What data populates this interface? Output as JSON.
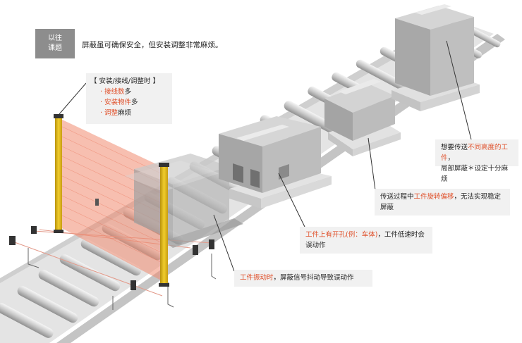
{
  "badge": {
    "line1": "以往",
    "line2": "课题"
  },
  "intro_text": "屏蔽虽可确保安全，但安装调整非常麻烦。",
  "callouts": {
    "install": {
      "title": "【 安装/接线/调整时 】",
      "items": [
        {
          "red": "接线数",
          "rest": "多"
        },
        {
          "red": "安装物件",
          "rest": "多"
        },
        {
          "red": "调整",
          "rest": "麻烦"
        }
      ]
    },
    "height": {
      "pre": "想要传送",
      "red": "不同高度的工件",
      "post": "，",
      "line2": "局部屏蔽＊设定十分麻烦"
    },
    "rotate": {
      "pre": "传送过程中",
      "red": "工件旋转偏移",
      "post": "，无法实现稳定",
      "line2": "屏蔽"
    },
    "hole": {
      "red": "工件上有开孔(例：车体)",
      "post": "，工件低速时会",
      "line2": "误动作"
    },
    "vibration": {
      "red": "工件振动时",
      "post": "，屏蔽信号抖动导致误动作"
    }
  },
  "colors": {
    "accent_red": "#e0502a",
    "badge_gray": "#8d8d8d",
    "sensor_yellow": "#e8c21f",
    "curtain_red": "#f08a70",
    "box_gray": "#b9b9b9",
    "callout_bg": "#f0f0f0"
  }
}
